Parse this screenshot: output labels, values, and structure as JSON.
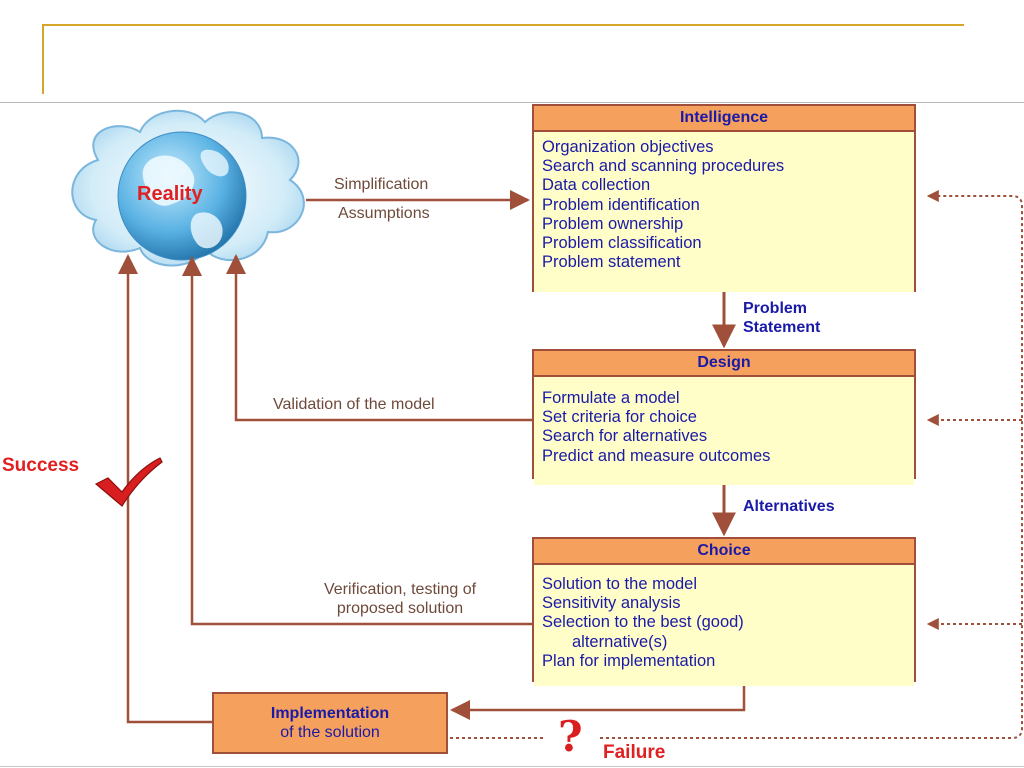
{
  "reality": {
    "label": "Reality"
  },
  "intelligence": {
    "title": "Intelligence",
    "items": [
      "Organization objectives",
      "Search and scanning procedures",
      "Data collection",
      "Problem identification",
      "Problem ownership",
      "Problem classification",
      "Problem statement"
    ]
  },
  "design": {
    "title": "Design",
    "items": [
      "Formulate a model",
      "Set criteria for choice",
      "Search for alternatives",
      "Predict and measure outcomes"
    ]
  },
  "choice": {
    "title": "Choice",
    "items": [
      "Solution to the model",
      "Sensitivity analysis",
      "Selection to the best (good)",
      "alternative(s)",
      "Plan for implementation"
    ]
  },
  "implementation": {
    "line1": "Implementation",
    "line2": "of the solution"
  },
  "labels": {
    "simplification": "Simplification",
    "assumptions": "Assumptions",
    "problem_statement_1": "Problem",
    "problem_statement_2": "Statement",
    "validation": "Validation of the model",
    "alternatives": "Alternatives",
    "verification_1": "Verification, testing of",
    "verification_2": "proposed solution",
    "success": "Success",
    "failure": "Failure",
    "question_mark": "?"
  },
  "colors": {
    "arrow": "#a0503a",
    "box_header": "#f5a05c",
    "box_body": "#fffdc8",
    "box_text": "#1a1aa8",
    "alert": "#e02020",
    "title_frame": "#d4a62a"
  }
}
